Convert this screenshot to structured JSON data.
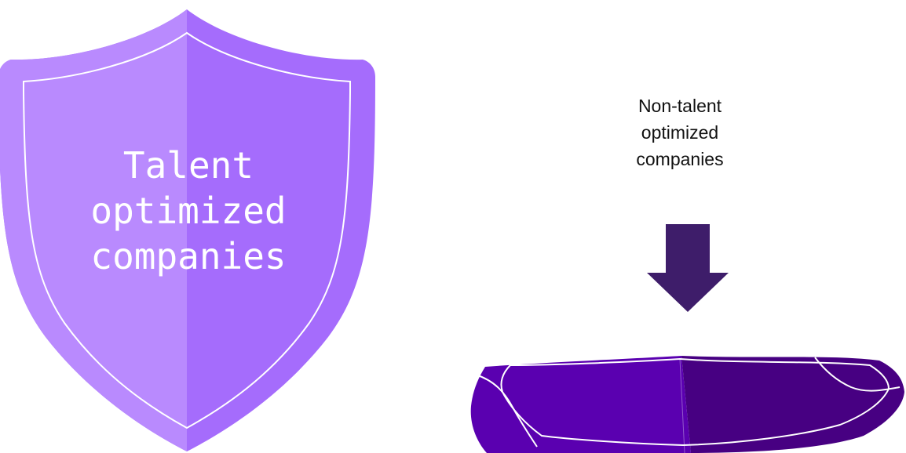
{
  "shield": {
    "label_lines": [
      "Talent",
      "optimized",
      "companies"
    ],
    "colors": {
      "light": "#b98afe",
      "dark": "#a56cfc",
      "outline": "#ffffff"
    }
  },
  "broken_shield": {
    "label_lines": [
      "Non-talent",
      "optimized",
      "companies"
    ],
    "colors": {
      "left": "#5a00b0",
      "right": "#470082",
      "outline": "#ffffff"
    }
  },
  "arrow": {
    "icon": "down-arrow-icon",
    "color": "#3e1d6a"
  }
}
